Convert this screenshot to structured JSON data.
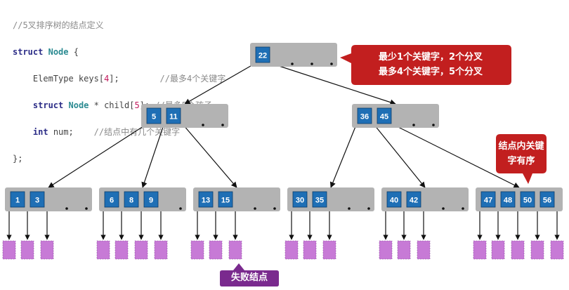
{
  "code": {
    "comment_title": "//5叉排序树的结点定义",
    "struct_kw": "struct",
    "struct_name": "Node",
    "open_brace": " {",
    "field1_type": "ElemType",
    "field1_name": " keys[",
    "field1_size": "4",
    "field1_end": "];",
    "field1_comment": "//最多4个关键字",
    "field2_kw": "struct",
    "field2_type": "Node",
    "field2_rest": " * child[",
    "field2_size": "5",
    "field2_end": "];",
    "field2_comment": "//最多5个孩子",
    "field3_kw": "int",
    "field3_rest": " num;",
    "field3_comment": "//结点中有几个关键字",
    "close": "};"
  },
  "tree": {
    "root": [
      "22"
    ],
    "level1": [
      [
        "5",
        "11"
      ],
      [
        "36",
        "45"
      ]
    ],
    "level2": [
      [
        "1",
        "3"
      ],
      [
        "6",
        "8",
        "9"
      ],
      [
        "13",
        "15"
      ],
      [
        "30",
        "35"
      ],
      [
        "40",
        "42"
      ],
      [
        "47",
        "48",
        "50",
        "56"
      ]
    ]
  },
  "callouts": {
    "main_line1": "最少1个关键字，2个分叉",
    "main_line2": "最多4个关键字，5个分叉",
    "sorted_line1": "结点内关键",
    "sorted_line2": "字有序",
    "failure": "失败结点"
  },
  "colors": {
    "node_bg": "#b3b3b3",
    "key_box": "#1f6fb5",
    "failure_node": "#c77ad6",
    "callout_red": "#c21f1f",
    "callout_purple": "#7a2a8e"
  }
}
